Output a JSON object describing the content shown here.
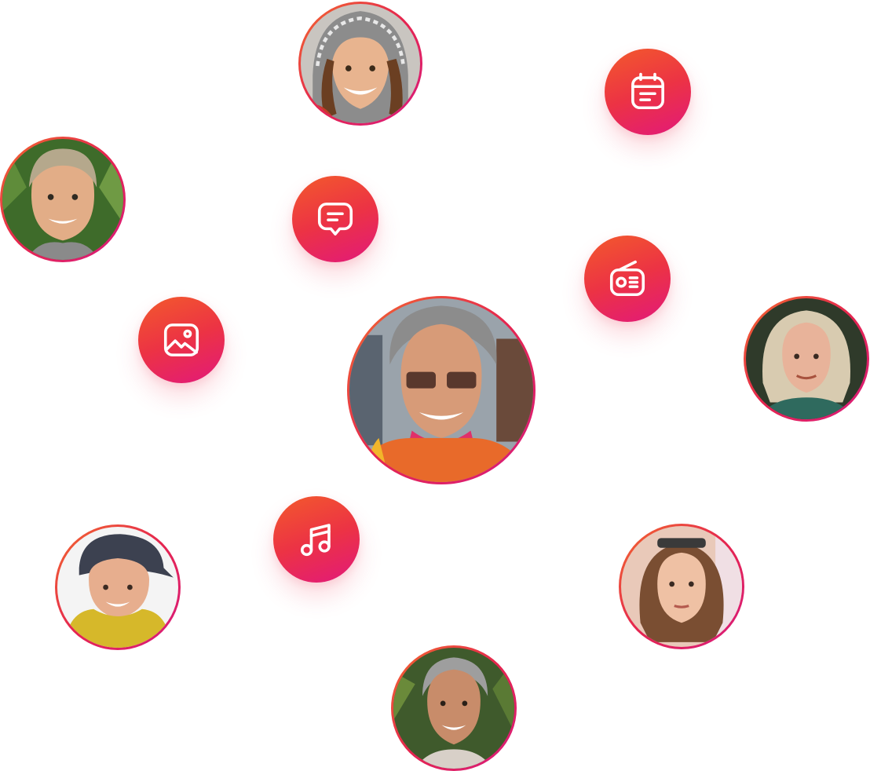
{
  "people": [
    {
      "id": "av-top",
      "name": "avatar-woman-hood"
    },
    {
      "id": "av-left",
      "name": "avatar-man-leaves"
    },
    {
      "id": "av-center",
      "name": "avatar-woman-glasses"
    },
    {
      "id": "av-right",
      "name": "avatar-woman-blonde"
    },
    {
      "id": "av-bl",
      "name": "avatar-woman-cap"
    },
    {
      "id": "av-br",
      "name": "avatar-woman-sunglasses"
    },
    {
      "id": "av-bottom",
      "name": "avatar-man-grey-hair"
    }
  ],
  "bubbles": [
    {
      "id": "bb-calendar",
      "icon": "calendar-icon"
    },
    {
      "id": "bb-message",
      "icon": "message-icon"
    },
    {
      "id": "bb-radio",
      "icon": "radio-icon"
    },
    {
      "id": "bb-image",
      "icon": "image-icon"
    },
    {
      "id": "bb-music",
      "icon": "music-icon"
    }
  ],
  "colors": {
    "gradient_start": "#f35a2c",
    "gradient_mid": "#ec3344",
    "gradient_end": "#e2197a",
    "icon_stroke": "#ffffff",
    "background": "#ffffff"
  }
}
